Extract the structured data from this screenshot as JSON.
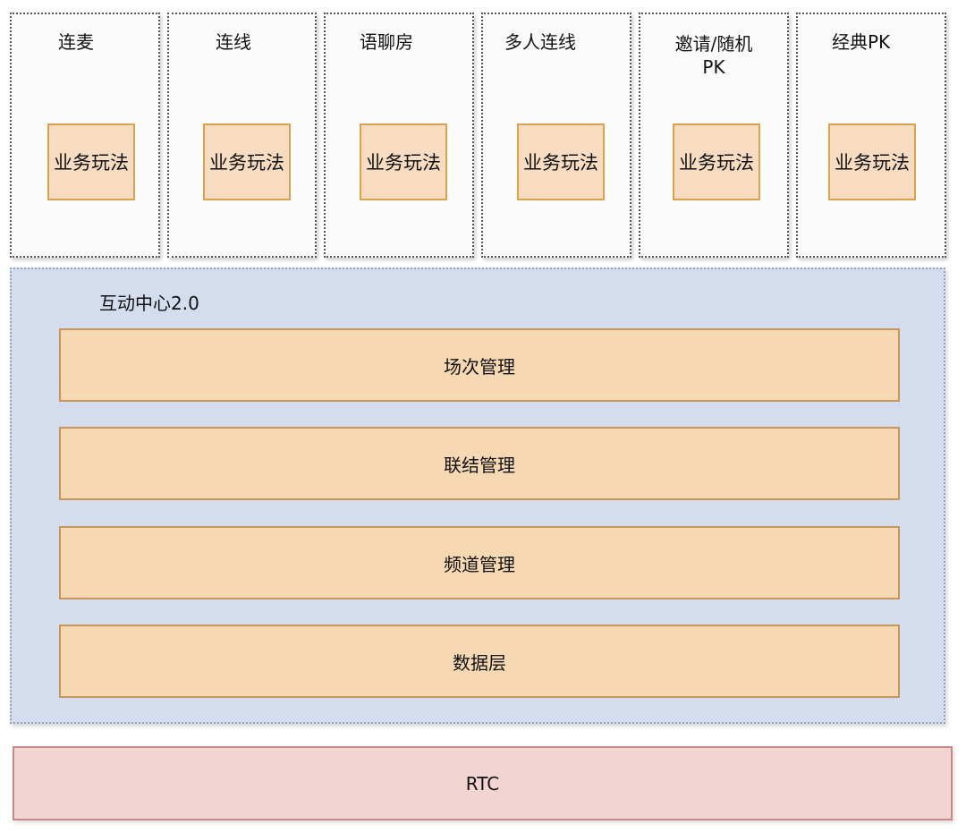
{
  "scenarios": [
    {
      "title": "连麦",
      "box_label": "业务玩法"
    },
    {
      "title": "连线",
      "box_label": "业务玩法"
    },
    {
      "title": "语聊房",
      "box_label": "业务玩法"
    },
    {
      "title": "多人连线",
      "box_label": "业务玩法"
    },
    {
      "title": "邀请/随机\nPK",
      "box_label": "业务玩法"
    },
    {
      "title": "经典PK",
      "box_label": "业务玩法"
    }
  ],
  "center": {
    "title": "互动中心2.0",
    "layers": [
      "场次管理",
      "联结管理",
      "频道管理",
      "数据层"
    ]
  },
  "rtc": {
    "label": "RTC"
  }
}
